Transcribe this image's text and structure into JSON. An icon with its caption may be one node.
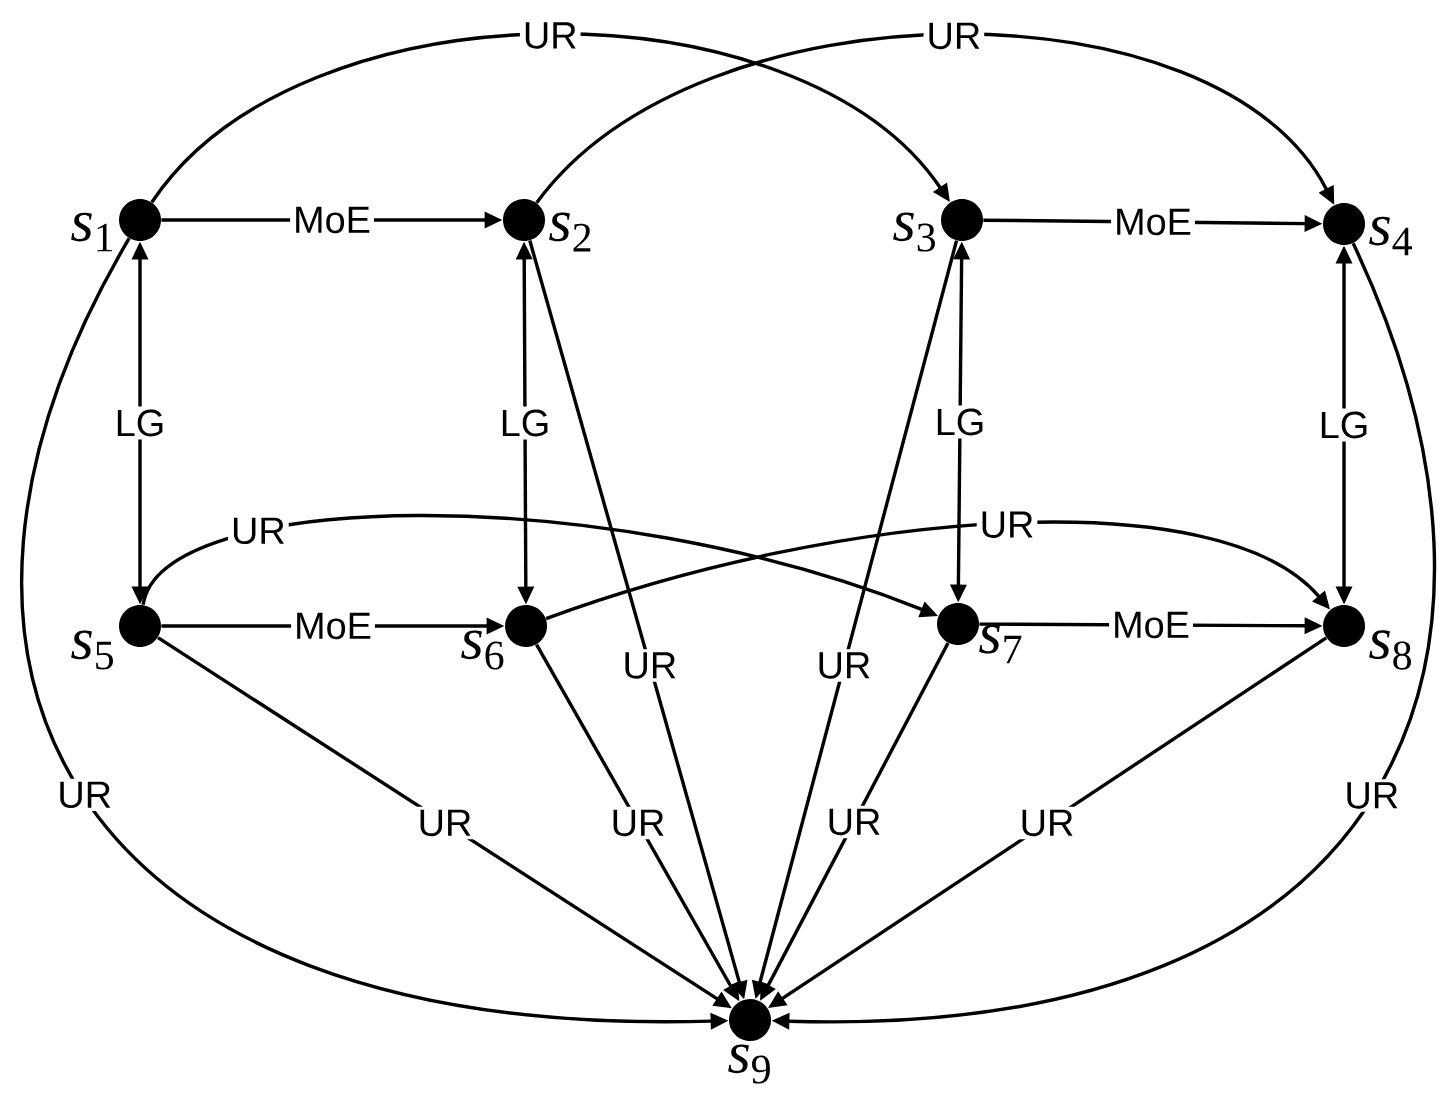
{
  "diagram": {
    "nodes": [
      {
        "text": [],
        "shape": "circle",
        "beside": [
          "*s*$_{1}$"
        ]
      },
      {
        "text": [],
        "shape": "circle",
        "beside": [
          "*s*$_{2}$"
        ]
      },
      {
        "text": [],
        "shape": "circle",
        "beside": [
          "*s*$_{3}$"
        ]
      },
      {
        "text": [],
        "shape": "circle",
        "beside": [
          "*s*$_{4}$"
        ]
      },
      {
        "text": [],
        "shape": "circle",
        "beside": [
          "*s*$_{5}$"
        ]
      },
      {
        "text": [],
        "shape": "circle",
        "beside": [
          "*s*$_{6}$"
        ]
      },
      {
        "text": [],
        "shape": "circle",
        "beside": [
          "*s*$_{7}$"
        ]
      },
      {
        "text": [],
        "shape": "circle",
        "beside": [
          "*s*$_{8}$"
        ]
      },
      {
        "text": [],
        "shape": "circle",
        "beside": [
          "*s*$_{9}$"
        ]
      }
    ],
    "edges": [
      {
        "from": 0,
        "to": 1,
        "arrow": "to",
        "label": "MoE"
      },
      {
        "from": 2,
        "to": 3,
        "arrow": "to",
        "label": "MoE"
      },
      {
        "from": 4,
        "to": 5,
        "arrow": "to",
        "label": "MoE"
      },
      {
        "from": 6,
        "to": 7,
        "arrow": "to",
        "label": "MoE"
      },
      {
        "from": 0,
        "to": 4,
        "arrow": "both",
        "label": "LG"
      },
      {
        "from": 1,
        "to": 5,
        "arrow": "both",
        "label": "LG"
      },
      {
        "from": 2,
        "to": 6,
        "arrow": "both",
        "label": "LG"
      },
      {
        "from": 3,
        "to": 7,
        "arrow": "both",
        "label": "LG"
      },
      {
        "from": 0,
        "to": 2,
        "arrow": "to",
        "label": "UR"
      },
      {
        "from": 1,
        "to": 3,
        "arrow": "to",
        "label": "UR"
      },
      {
        "from": 4,
        "to": 6,
        "arrow": "to",
        "label": "UR"
      },
      {
        "from": 5,
        "to": 7,
        "arrow": "to",
        "label": "UR"
      },
      {
        "from": 0,
        "to": 8,
        "arrow": "to",
        "label": "UR"
      },
      {
        "from": 4,
        "to": 8,
        "arrow": "to",
        "label": "UR"
      },
      {
        "from": 5,
        "to": 8,
        "arrow": "to",
        "label": "UR"
      },
      {
        "from": 1,
        "to": 8,
        "arrow": "to",
        "label": "UR"
      },
      {
        "from": 2,
        "to": 8,
        "arrow": "to",
        "label": "UR"
      },
      {
        "from": 6,
        "to": 8,
        "arrow": "to",
        "label": "UR"
      },
      {
        "from": 7,
        "to": 8,
        "arrow": "to",
        "label": "UR"
      },
      {
        "from": 3,
        "to": 8,
        "arrow": "to",
        "label": "UR"
      }
    ]
  }
}
